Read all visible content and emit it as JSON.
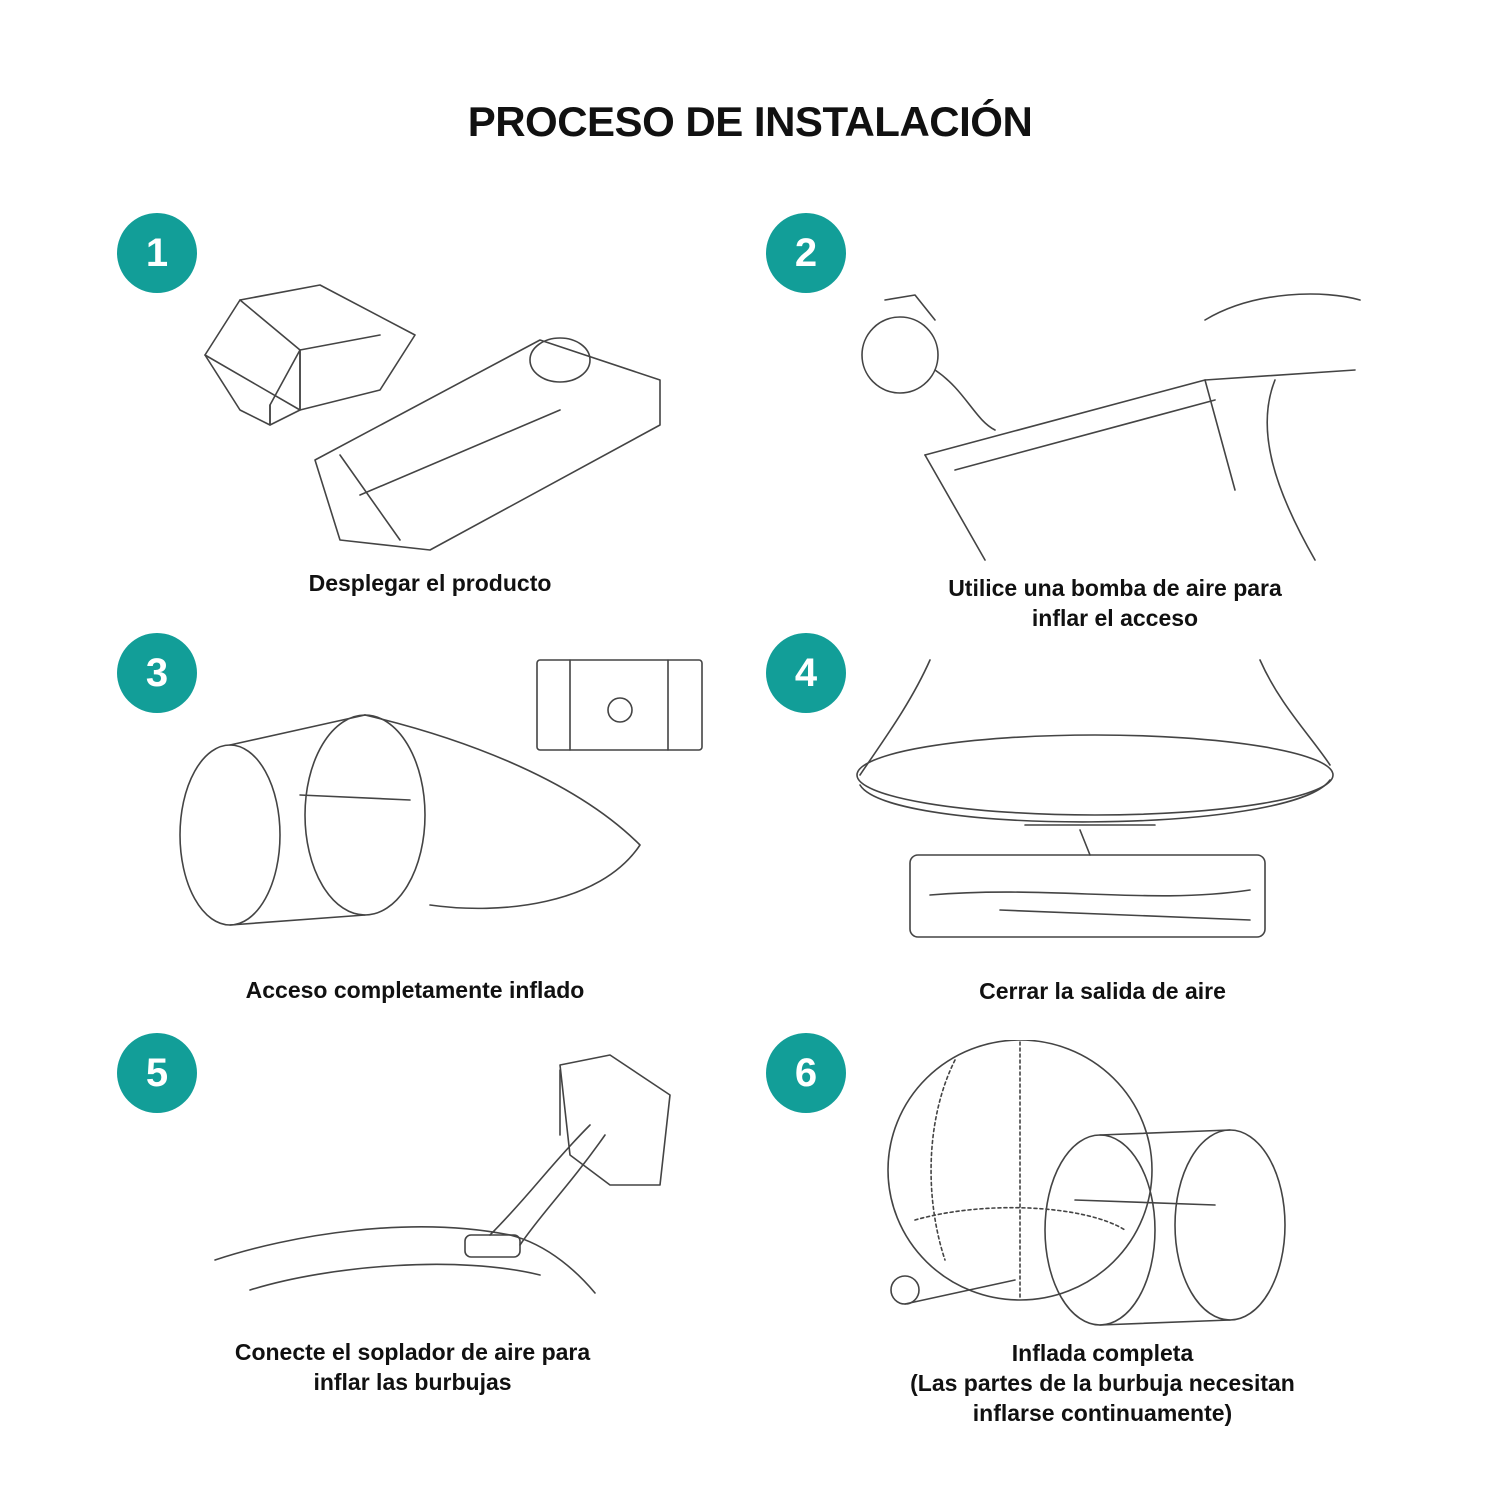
{
  "title": "PROCESO DE INSTALACIÓN",
  "accent_color": "#129e98",
  "steps": [
    {
      "number": "1",
      "lines": [
        "Desplegar el producto"
      ],
      "illustration": "box-and-folded-product"
    },
    {
      "number": "2",
      "lines": [
        "Utilice una bomba de aire para",
        "inflar el acceso"
      ],
      "illustration": "air-pump-inflating-tunnel"
    },
    {
      "number": "3",
      "lines": [
        "Acceso completamente inflado"
      ],
      "illustration": "inflated-tunnel"
    },
    {
      "number": "4",
      "lines": [
        "Cerrar la salida de aire"
      ],
      "illustration": "closing-air-outlet"
    },
    {
      "number": "5",
      "lines": [
        "Conecte el soplador de aire para",
        "inflar las burbujas"
      ],
      "illustration": "blower-connection"
    },
    {
      "number": "6",
      "lines": [
        "Inflada completa",
        "(Las partes de la burbuja necesitan",
        "inflarse continuamente)"
      ],
      "illustration": "fully-inflated-bubble"
    }
  ]
}
